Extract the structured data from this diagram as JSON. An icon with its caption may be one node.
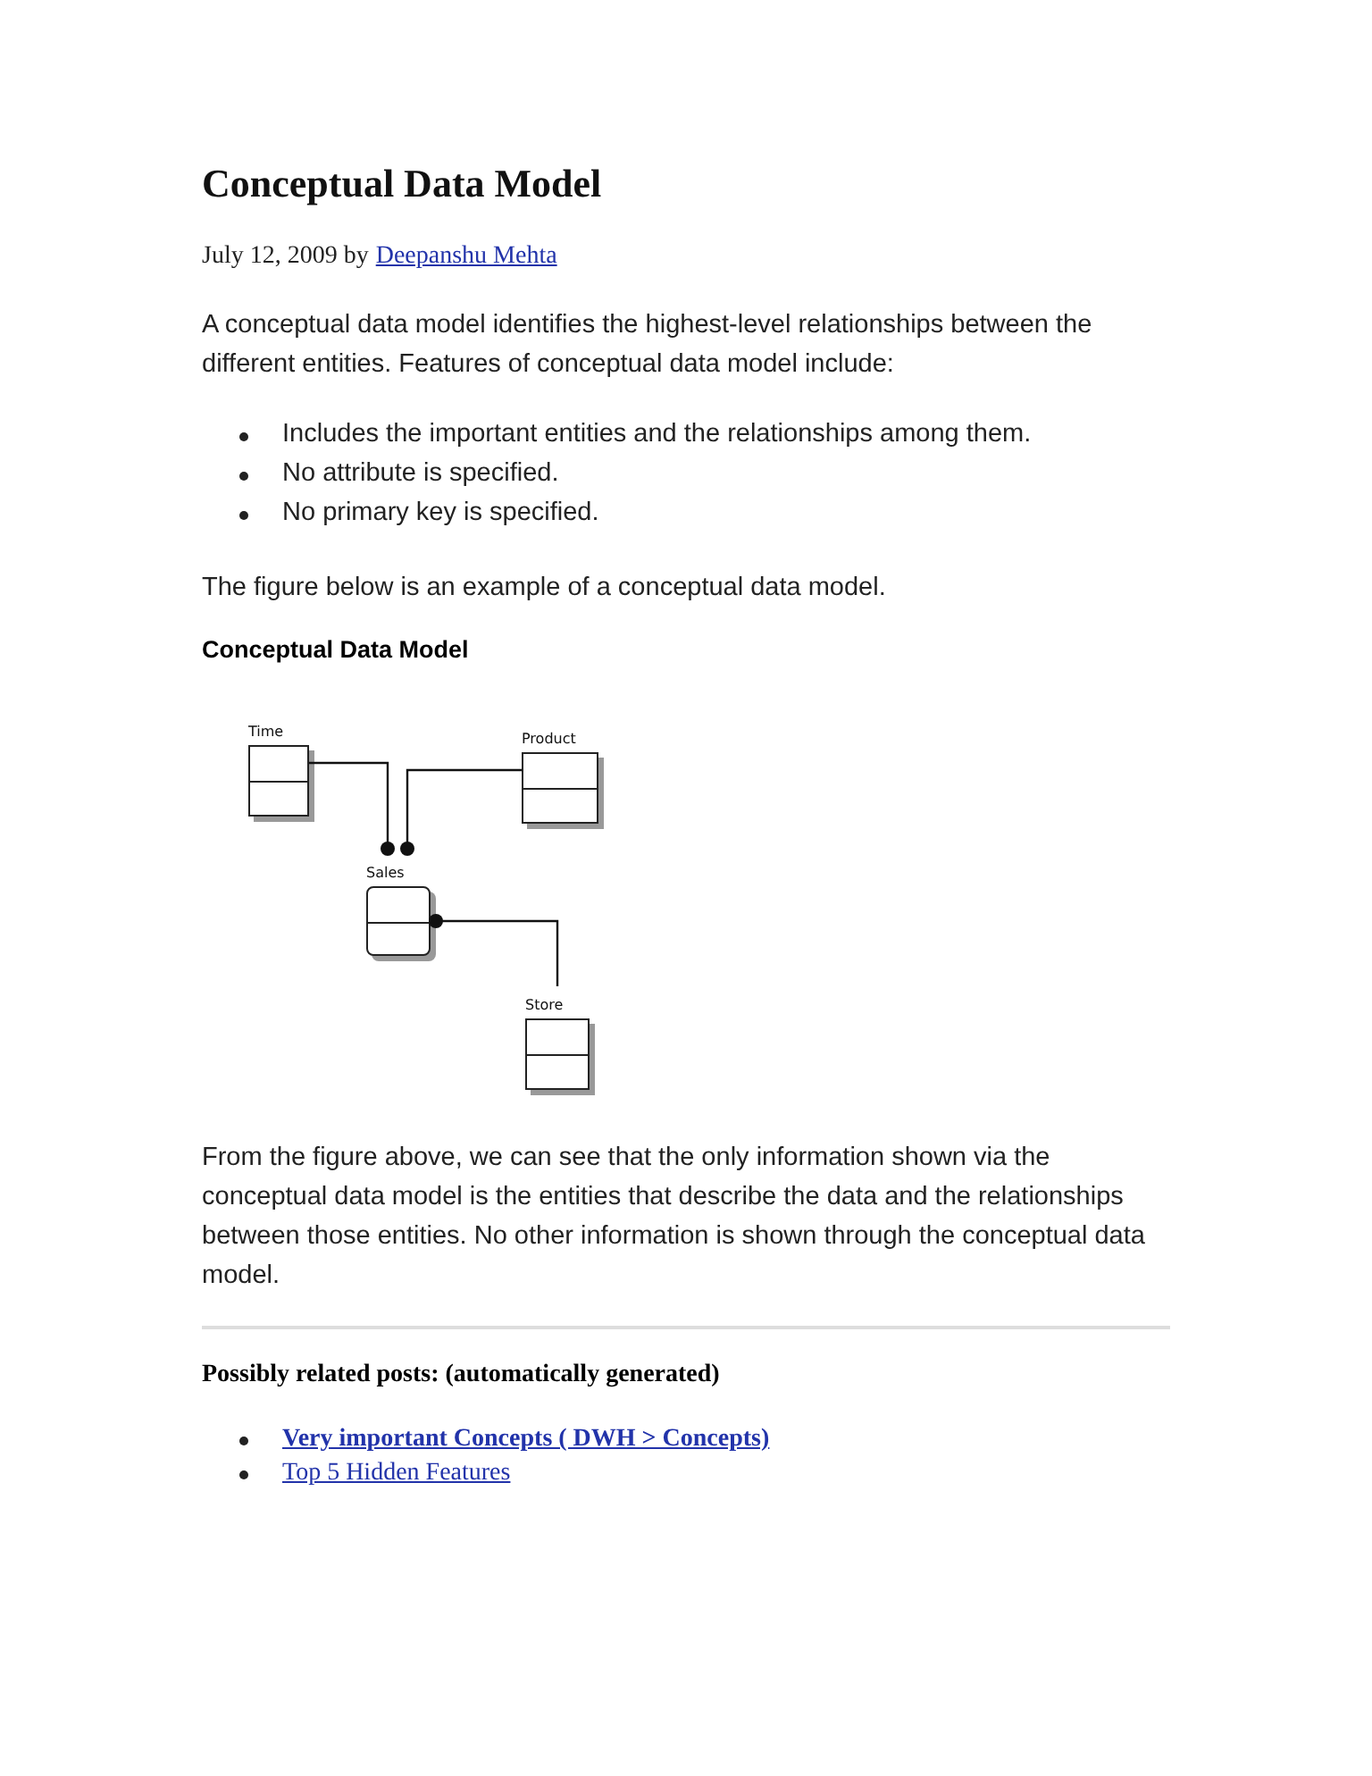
{
  "diagram": {
    "title": "Conceptual Data Model",
    "nodes": [
      {
        "text": [
          "Time"
        ]
      },
      {
        "text": [
          "Product"
        ]
      },
      {
        "text": [
          "Sales"
        ]
      },
      {
        "text": [
          "Store"
        ]
      }
    ],
    "edges": [
      {
        "from": 0,
        "to": 2,
        "arrow": "other"
      },
      {
        "from": 1,
        "to": 2,
        "arrow": "other"
      },
      {
        "from": 3,
        "to": 2,
        "arrow": "other"
      }
    ],
    "labels": [
      "July 12, 2009 by",
      "Deepanshu Mehta",
      "A conceptual data model identifies the highest-level relationships between the different entities. Features of conceptual data model include:",
      "Includes the important entities and the relationships among them.",
      "No attribute is specified.",
      "No primary key is specified.",
      "The figure below is an example of a conceptual data model.",
      "Conceptual Data Model",
      "From the figure above, we can see that the only information shown via the conceptual data model is the entities that describe the data and the relationships between those entities. No other information is shown through the conceptual data model.",
      "Possibly related posts: (automatically generated)",
      "Very important Concepts ( DWH > Concepts)",
      "Top 5 Hidden Features"
    ]
  }
}
